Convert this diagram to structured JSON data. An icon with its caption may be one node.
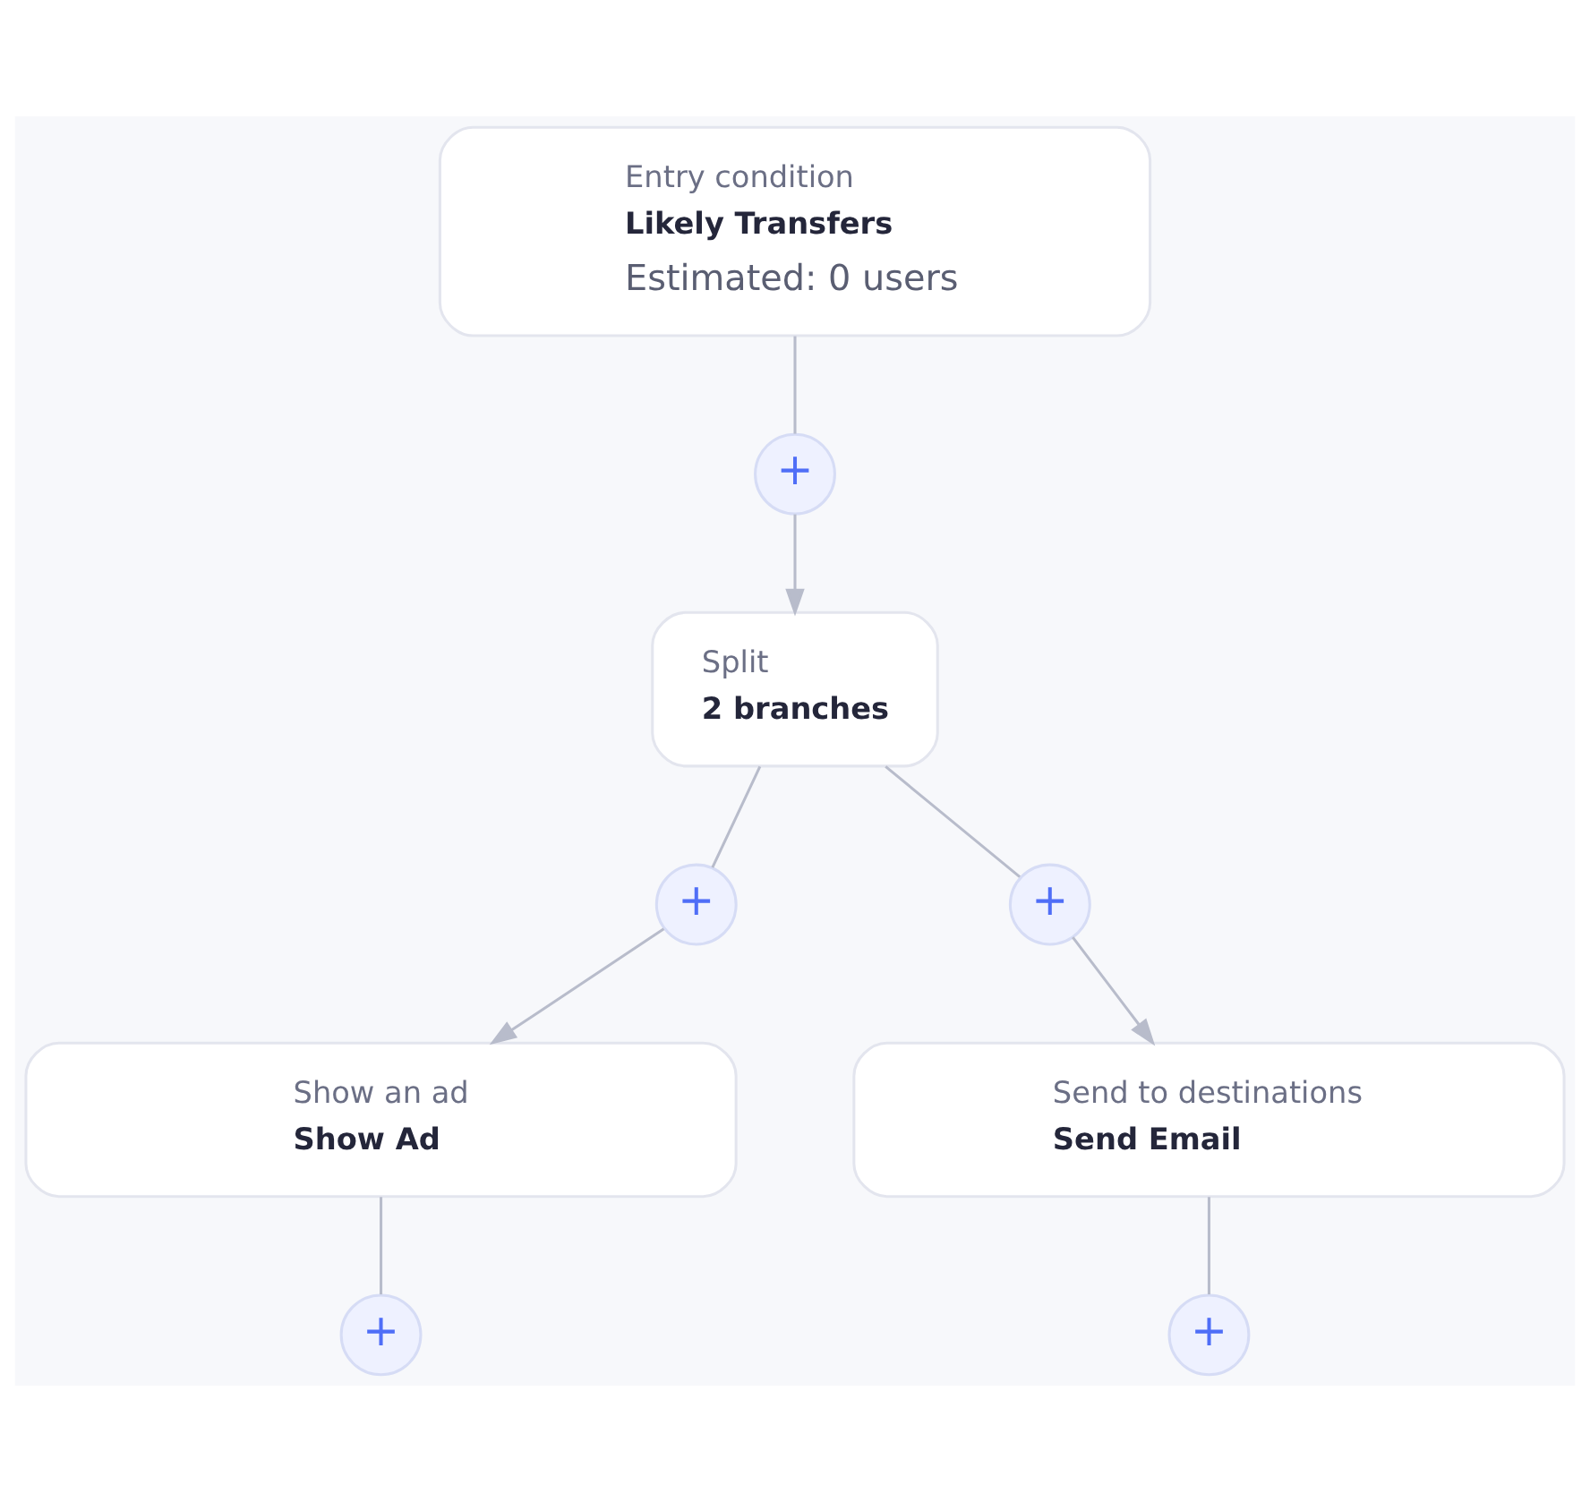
{
  "diagram": {
    "nodes": [
      {
        "text": [
          "Entry condition",
          "Likely Transfers",
          "Estimated: 0 users"
        ]
      },
      {
        "text": [
          "+"
        ]
      },
      {
        "text": [
          "Split",
          "2 branches"
        ]
      },
      {
        "text": [
          "+"
        ]
      },
      {
        "text": [
          "+"
        ]
      },
      {
        "text": [
          "Show an ad",
          "Show Ad"
        ]
      },
      {
        "text": [
          "Send to destinations",
          "Send Email"
        ]
      },
      {
        "text": [
          "+"
        ]
      },
      {
        "text": [
          "+"
        ]
      }
    ],
    "edges": [
      {
        "from": 0,
        "to": 1,
        "arrow": "none"
      },
      {
        "from": 1,
        "to": 2,
        "arrow": "to"
      },
      {
        "from": 2,
        "to": 3,
        "arrow": "none"
      },
      {
        "from": 2,
        "to": 4,
        "arrow": "none"
      },
      {
        "from": 3,
        "to": 5,
        "arrow": "to"
      },
      {
        "from": 4,
        "to": 6,
        "arrow": "to"
      },
      {
        "from": 5,
        "to": 7,
        "arrow": "none"
      },
      {
        "from": 6,
        "to": 8,
        "arrow": "none"
      }
    ]
  }
}
